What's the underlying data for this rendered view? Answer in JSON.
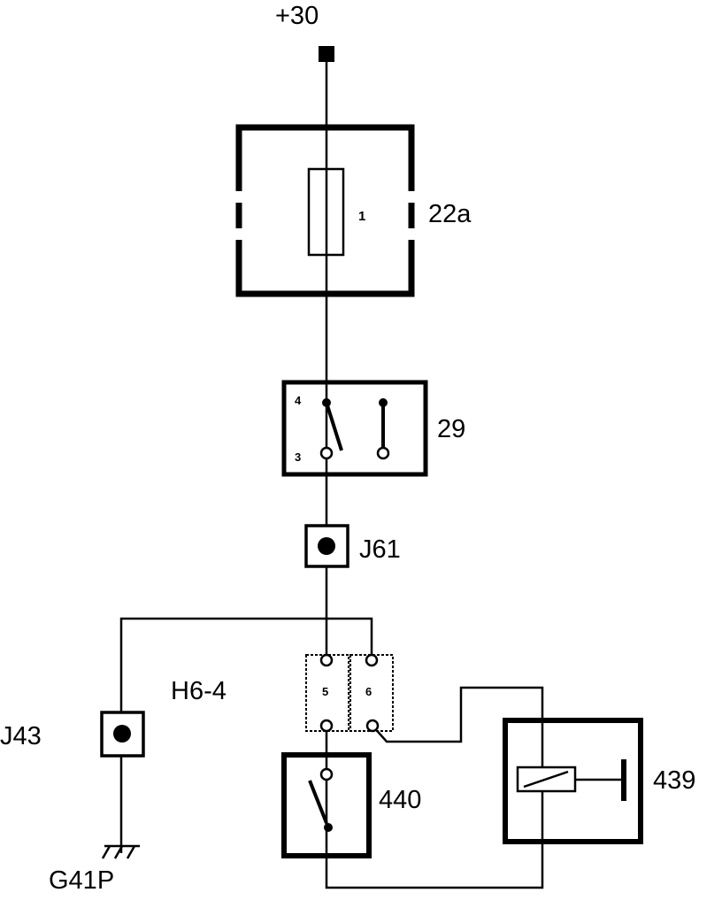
{
  "diagram": {
    "supply": {
      "label": "+30"
    },
    "fuse_box": {
      "label": "22a",
      "fuse_number": "1"
    },
    "switch_29": {
      "label": "29",
      "pin_top": "4",
      "pin_bottom": "3"
    },
    "junction_j61": {
      "label": "J61"
    },
    "junction_j43": {
      "label": "J43"
    },
    "connector": {
      "label": "H6-4",
      "pin_a": "5",
      "pin_b": "6"
    },
    "switch_440": {
      "label": "440"
    },
    "relay_439": {
      "label": "439"
    },
    "ground": {
      "label": "G41P"
    }
  }
}
